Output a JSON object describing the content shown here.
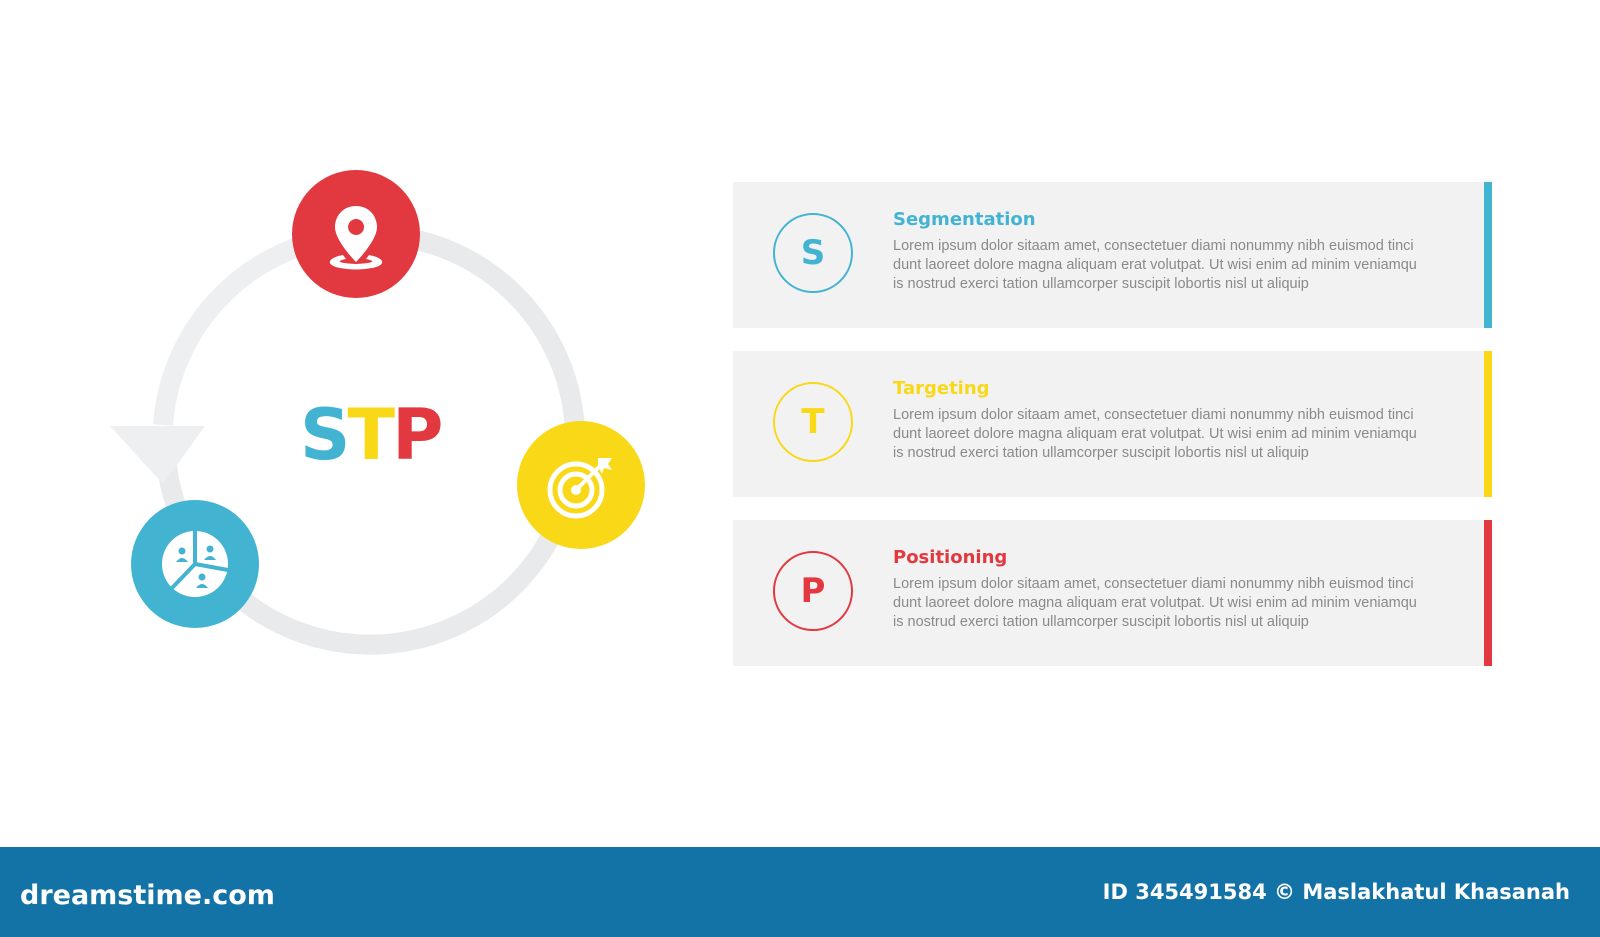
{
  "center_label": {
    "s": "S",
    "t": "T",
    "p": "P"
  },
  "nodes": [
    {
      "name": "location-pin",
      "color": "#e2383f",
      "icon": "location-pin-icon"
    },
    {
      "name": "target",
      "color": "#f9d818",
      "icon": "target-icon"
    },
    {
      "name": "pie-chart-people",
      "color": "#43b3d2",
      "icon": "pie-chart-people-icon"
    }
  ],
  "ring_color": "#e6e7e9",
  "items": [
    {
      "letter": "S",
      "title": "Segmentation",
      "body": "Lorem ipsum dolor sitaam amet, consectetuer diami nonummy  nibh euismod tinci\ndunt laoreet dolore magna aliquam erat volutpat. Ut wisi enim ad minim veniamqu\nis nostrud exerci tation ullamcorper suscipit lobortis nisl ut aliquip",
      "color": "#43b3d2"
    },
    {
      "letter": "T",
      "title": "Targeting",
      "body": "Lorem ipsum dolor sitaam amet, consectetuer diami nonummy  nibh euismod tinci\ndunt laoreet dolore magna aliquam erat volutpat. Ut wisi enim ad minim veniamqu\nis nostrud exerci tation ullamcorper suscipit lobortis nisl ut aliquip",
      "color": "#f9d818"
    },
    {
      "letter": "P",
      "title": "Positioning",
      "body": "Lorem ipsum dolor sitaam amet, consectetuer diami nonummy  nibh euismod tinci\ndunt laoreet dolore magna aliquam erat volutpat. Ut wisi enim ad minim veniamqu\nis nostrud exerci tation ullamcorper suscipit lobortis nisl ut aliquip",
      "color": "#e2383f"
    }
  ],
  "footer": {
    "brand": "dreamstime.com",
    "credit": "ID 345491584 © Maslakhatul Khasanah",
    "background": "#1473a6"
  }
}
